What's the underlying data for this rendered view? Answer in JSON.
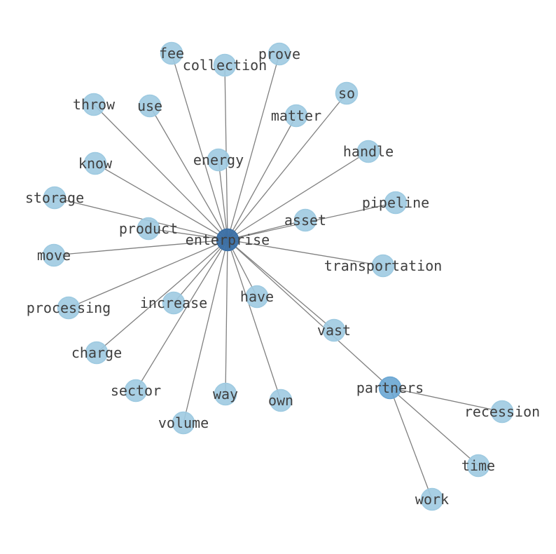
{
  "colors": {
    "hub": "#3a6fa5",
    "secondary_hub": "#6aa6d3",
    "leaf": "#9ecae1",
    "edge": "#808080",
    "label": "#3f3f3f"
  },
  "nodes": [
    {
      "id": "enterprise",
      "label": "enterprise",
      "kind": "hub"
    },
    {
      "id": "partners",
      "label": "partners",
      "kind": "secondary_hub"
    },
    {
      "id": "fee",
      "label": "fee",
      "kind": "leaf"
    },
    {
      "id": "collection",
      "label": "collection",
      "kind": "leaf"
    },
    {
      "id": "prove",
      "label": "prove",
      "kind": "leaf"
    },
    {
      "id": "so",
      "label": "so",
      "kind": "leaf"
    },
    {
      "id": "throw",
      "label": "throw",
      "kind": "leaf"
    },
    {
      "id": "use",
      "label": "use",
      "kind": "leaf"
    },
    {
      "id": "matter",
      "label": "matter",
      "kind": "leaf"
    },
    {
      "id": "energy",
      "label": "energy",
      "kind": "leaf"
    },
    {
      "id": "handle",
      "label": "handle",
      "kind": "leaf"
    },
    {
      "id": "know",
      "label": "know",
      "kind": "leaf"
    },
    {
      "id": "storage",
      "label": "storage",
      "kind": "leaf"
    },
    {
      "id": "pipeline",
      "label": "pipeline",
      "kind": "leaf"
    },
    {
      "id": "product",
      "label": "product",
      "kind": "leaf"
    },
    {
      "id": "asset",
      "label": "asset",
      "kind": "leaf"
    },
    {
      "id": "move",
      "label": "move",
      "kind": "leaf"
    },
    {
      "id": "transportation",
      "label": "transportation",
      "kind": "leaf"
    },
    {
      "id": "processing",
      "label": "processing",
      "kind": "leaf"
    },
    {
      "id": "increase",
      "label": "increase",
      "kind": "leaf"
    },
    {
      "id": "have",
      "label": "have",
      "kind": "leaf"
    },
    {
      "id": "vast",
      "label": "vast",
      "kind": "leaf"
    },
    {
      "id": "charge",
      "label": "charge",
      "kind": "leaf"
    },
    {
      "id": "sector",
      "label": "sector",
      "kind": "leaf"
    },
    {
      "id": "way",
      "label": "way",
      "kind": "leaf"
    },
    {
      "id": "own",
      "label": "own",
      "kind": "leaf"
    },
    {
      "id": "volume",
      "label": "volume",
      "kind": "leaf"
    },
    {
      "id": "recession",
      "label": "recession",
      "kind": "leaf"
    },
    {
      "id": "time",
      "label": "time",
      "kind": "leaf"
    },
    {
      "id": "work",
      "label": "work",
      "kind": "leaf"
    }
  ],
  "edges": [
    [
      "enterprise",
      "fee"
    ],
    [
      "enterprise",
      "collection"
    ],
    [
      "enterprise",
      "prove"
    ],
    [
      "enterprise",
      "so"
    ],
    [
      "enterprise",
      "throw"
    ],
    [
      "enterprise",
      "use"
    ],
    [
      "enterprise",
      "matter"
    ],
    [
      "enterprise",
      "energy"
    ],
    [
      "enterprise",
      "handle"
    ],
    [
      "enterprise",
      "know"
    ],
    [
      "enterprise",
      "storage"
    ],
    [
      "enterprise",
      "pipeline"
    ],
    [
      "enterprise",
      "product"
    ],
    [
      "enterprise",
      "asset"
    ],
    [
      "enterprise",
      "move"
    ],
    [
      "enterprise",
      "transportation"
    ],
    [
      "enterprise",
      "processing"
    ],
    [
      "enterprise",
      "increase"
    ],
    [
      "enterprise",
      "have"
    ],
    [
      "enterprise",
      "vast"
    ],
    [
      "enterprise",
      "charge"
    ],
    [
      "enterprise",
      "sector"
    ],
    [
      "enterprise",
      "way"
    ],
    [
      "enterprise",
      "own"
    ],
    [
      "enterprise",
      "volume"
    ],
    [
      "enterprise",
      "partners"
    ],
    [
      "partners",
      "recession"
    ],
    [
      "partners",
      "time"
    ],
    [
      "partners",
      "work"
    ]
  ]
}
